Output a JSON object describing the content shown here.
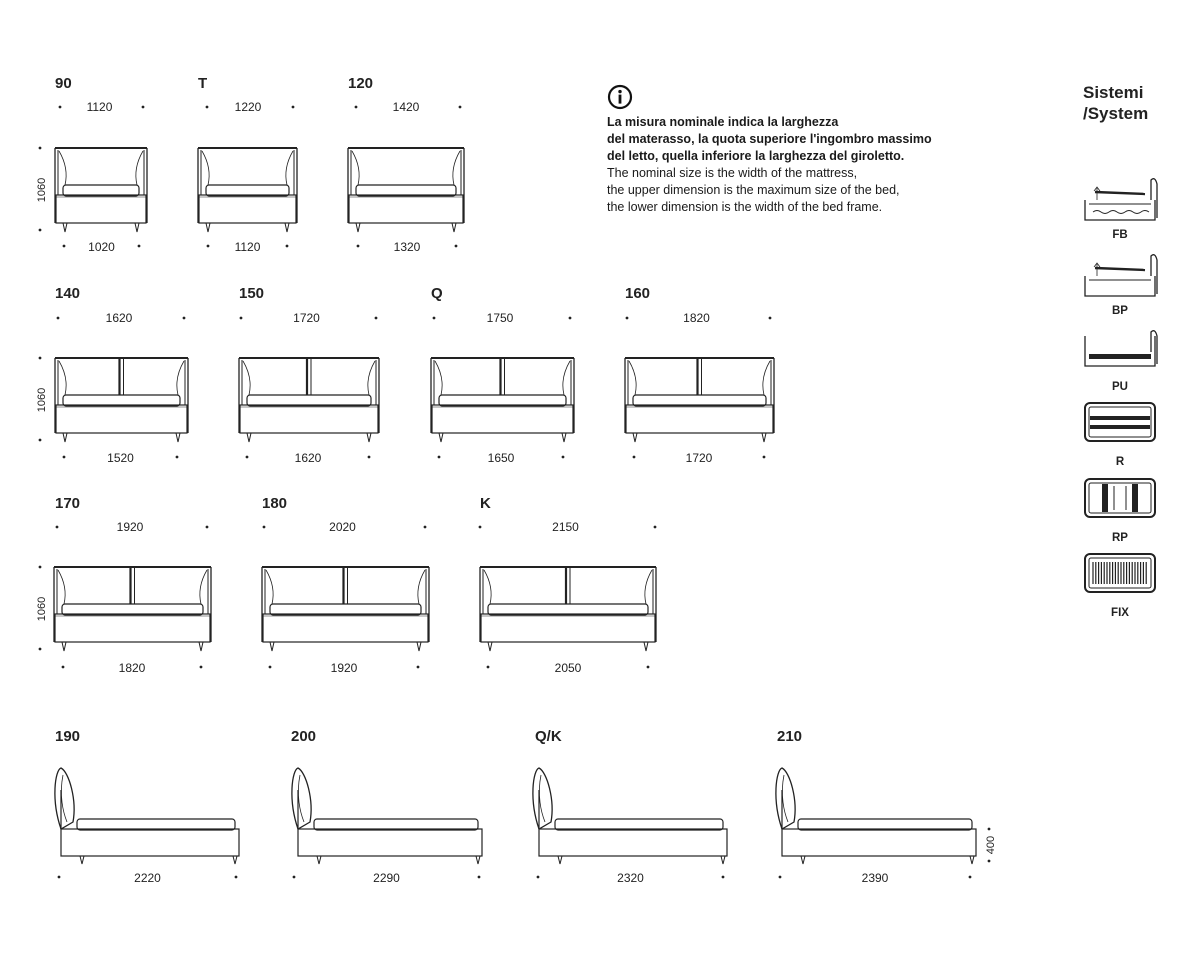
{
  "note": {
    "bold_lines": [
      "La misura nominale indica la larghezza",
      "del materasso, la quota superiore l'ingombro massimo",
      "del letto, quella inferiore la larghezza del giroletto."
    ],
    "lines": [
      "The nominal size is the width of the mattress,",
      "the upper dimension is the maximum size of the bed,",
      "the lower dimension is the width of the bed frame."
    ]
  },
  "systems": {
    "title_line1": "Sistemi",
    "title_line2": "/System",
    "items": [
      {
        "code": "FB",
        "icon": "storage-lift-icon"
      },
      {
        "code": "BP",
        "icon": "lift-base-icon"
      },
      {
        "code": "PU",
        "icon": "fixed-base-icon"
      },
      {
        "code": "R",
        "icon": "slat-base-icon"
      },
      {
        "code": "RP",
        "icon": "adjustable-slat-icon"
      },
      {
        "code": "FIX",
        "icon": "fixed-slat-icon"
      }
    ]
  },
  "height_label": "1060",
  "front_views": [
    {
      "size": "90",
      "top": "1120",
      "bottom": "1020"
    },
    {
      "size": "T",
      "top": "1220",
      "bottom": "1120"
    },
    {
      "size": "120",
      "top": "1420",
      "bottom": "1320"
    },
    {
      "size": "140",
      "top": "1620",
      "bottom": "1520"
    },
    {
      "size": "150",
      "top": "1720",
      "bottom": "1620"
    },
    {
      "size": "Q",
      "top": "1750",
      "bottom": "1650"
    },
    {
      "size": "160",
      "top": "1820",
      "bottom": "1720"
    },
    {
      "size": "170",
      "top": "1920",
      "bottom": "1820"
    },
    {
      "size": "180",
      "top": "2020",
      "bottom": "1920"
    },
    {
      "size": "K",
      "top": "2150",
      "bottom": "2050"
    }
  ],
  "side_views": [
    {
      "size": "190",
      "length": "2220"
    },
    {
      "size": "200",
      "length": "2290"
    },
    {
      "size": "Q/K",
      "length": "2320"
    },
    {
      "size": "210",
      "length": "2390"
    }
  ],
  "side_height_label": "400"
}
